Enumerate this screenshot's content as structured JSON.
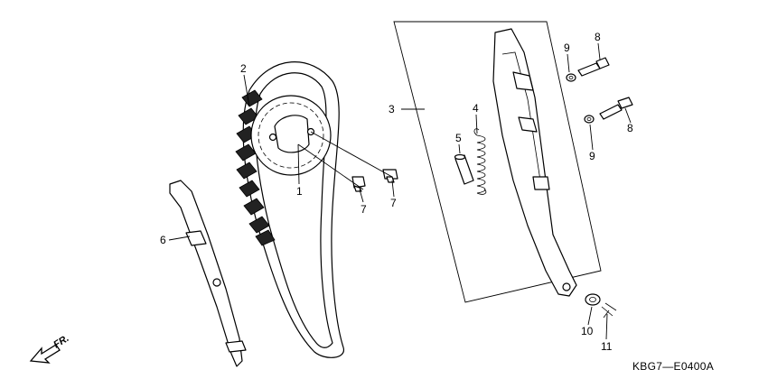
{
  "diagram": {
    "callouts": [
      {
        "id": "c1",
        "label": "1"
      },
      {
        "id": "c2",
        "label": "2"
      },
      {
        "id": "c3",
        "label": "3"
      },
      {
        "id": "c4",
        "label": "4"
      },
      {
        "id": "c5",
        "label": "5"
      },
      {
        "id": "c6",
        "label": "6"
      },
      {
        "id": "c7a",
        "label": "7"
      },
      {
        "id": "c7b",
        "label": "7"
      },
      {
        "id": "c8a",
        "label": "8"
      },
      {
        "id": "c8b",
        "label": "8"
      },
      {
        "id": "c9a",
        "label": "9"
      },
      {
        "id": "c9b",
        "label": "9"
      },
      {
        "id": "c10",
        "label": "10"
      },
      {
        "id": "c11",
        "label": "11"
      }
    ],
    "front_indicator": "FR.",
    "diagram_code": "KBG7—E0400A"
  }
}
